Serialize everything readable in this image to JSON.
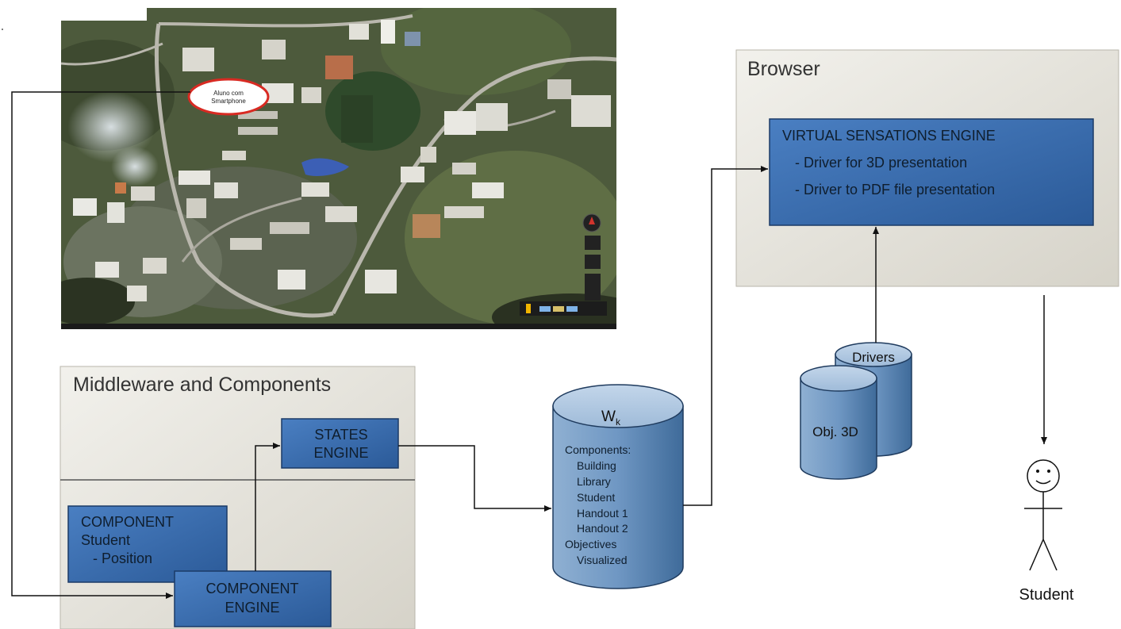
{
  "map": {
    "marker_label_line1": "Aluno com",
    "marker_label_line2": "Smartphone"
  },
  "middleware": {
    "title": "Middleware and Components",
    "states_engine": {
      "line1": "STATES",
      "line2": "ENGINE"
    },
    "component_student": {
      "line1": "COMPONENT",
      "line2": "Student",
      "line3": "- Position"
    },
    "component_engine": {
      "line1": "COMPONENT",
      "line2": "ENGINE"
    }
  },
  "wk_db": {
    "title": "W",
    "subscript": "k",
    "lines": [
      "Components:",
      "Building",
      "Library",
      "Student",
      "Handout 1",
      "Handout 2",
      "Objectives",
      "Visualized"
    ]
  },
  "browser": {
    "title": "Browser",
    "engine": {
      "title": "VIRTUAL SENSATIONS ENGINE",
      "item1": "- Driver for 3D presentation",
      "item2": "- Driver to PDF file presentation"
    }
  },
  "drivers_db": {
    "label": "Drivers"
  },
  "obj3d_db": {
    "label": "Obj. 3D"
  },
  "student": {
    "label": "Student"
  },
  "colors": {
    "box_blue": "#3b6fb2",
    "box_border": "#1b3a66",
    "panel_gray": "#e6e4dc",
    "cylinder": "#5a88b6"
  }
}
